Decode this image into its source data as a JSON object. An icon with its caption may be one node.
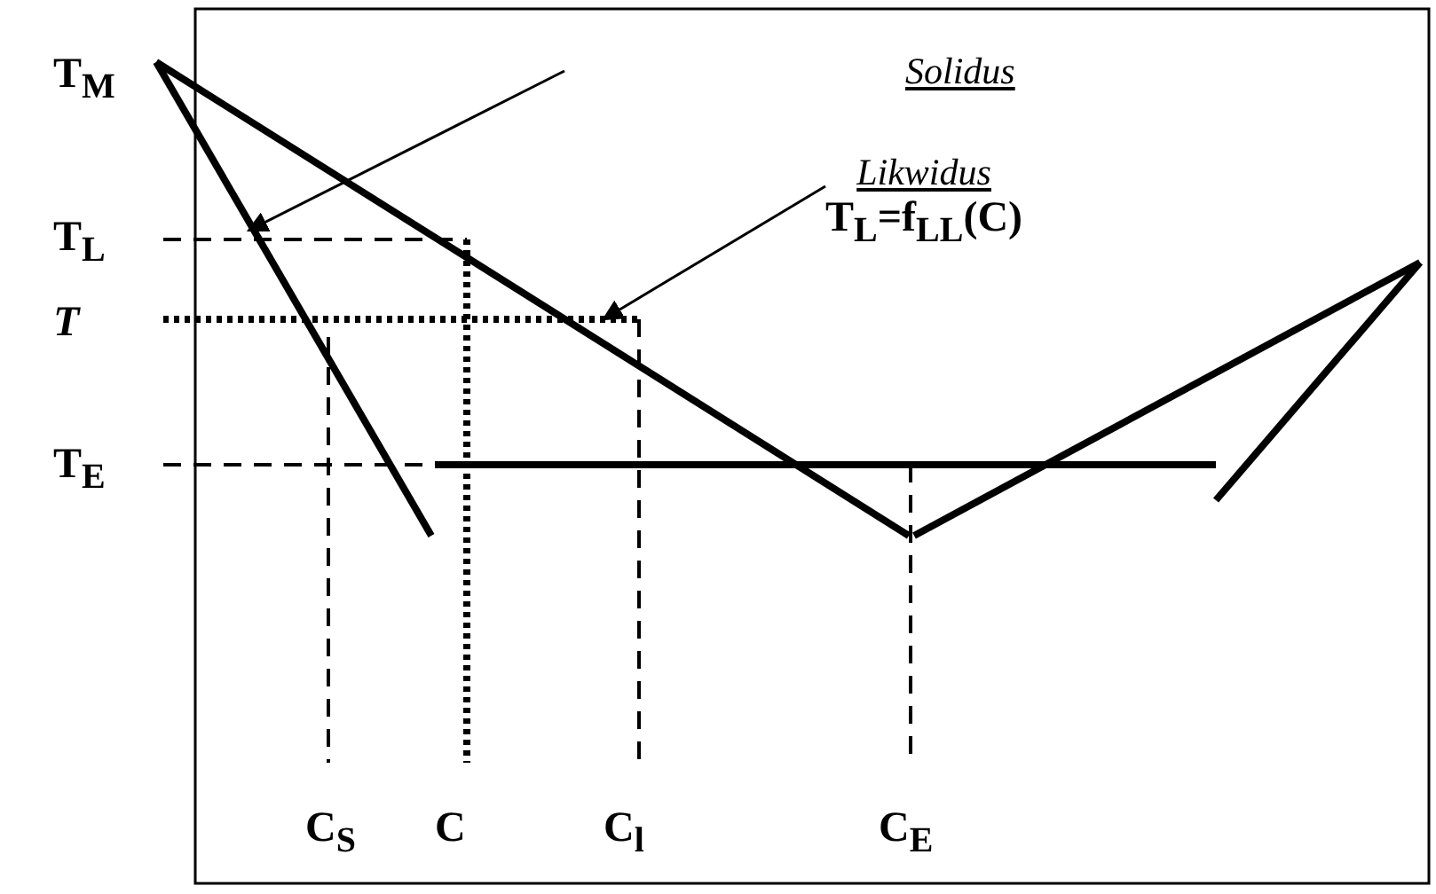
{
  "diagram": {
    "nodes": [
      {
        "text": [
          "Likwidus",
          "T$_{L}$=f$_{LL}$(C)"
        ]
      },
      {
        "text": [],
        "shape": "line"
      }
    ],
    "edges": [
      {
        "from": null,
        "to": 1,
        "arrow": "to"
      },
      {
        "from": 0,
        "to": null,
        "arrow": "to"
      }
    ],
    "labels": [
      "T$_{M}$",
      "Solidus",
      "T$_{L}$",
      "T",
      "T$_{E}$",
      "C$_{S}$",
      "C",
      "C$_{l}$",
      "C$_{E}$"
    ]
  }
}
